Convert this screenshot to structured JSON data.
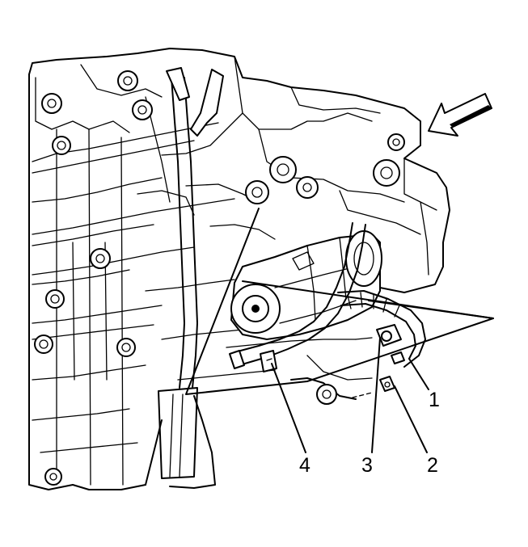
{
  "figure": {
    "callouts": [
      {
        "id": "callout-1",
        "label": "1"
      },
      {
        "id": "callout-2",
        "label": "2"
      },
      {
        "id": "callout-3",
        "label": "3"
      },
      {
        "id": "callout-4",
        "label": "4"
      }
    ],
    "view_arrow": "view-direction-arrow"
  },
  "colors": {
    "line": "#000000",
    "background": "#ffffff"
  }
}
